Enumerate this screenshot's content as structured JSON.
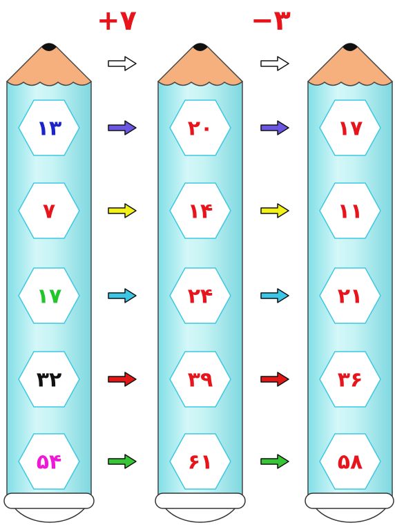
{
  "operations": [
    {
      "label": "+۷",
      "color": "#e8141c"
    },
    {
      "label": "−۳",
      "color": "#e8141c"
    }
  ],
  "columns": [
    {
      "values": [
        "۱۳",
        "۷",
        "۱۷",
        "۳۲",
        "۵۴"
      ],
      "colors": [
        "#1a24c8",
        "#e8141c",
        "#22c62a",
        "#111111",
        "#ee18d6"
      ]
    },
    {
      "values": [
        "۲۰",
        "۱۴",
        "۲۴",
        "۳۹",
        "۶۱"
      ],
      "colors": [
        "#e8141c",
        "#e8141c",
        "#e8141c",
        "#e8141c",
        "#e8141c"
      ]
    },
    {
      "values": [
        "۱۷",
        "۱۱",
        "۲۱",
        "۳۶",
        "۵۸"
      ],
      "colors": [
        "#e8141c",
        "#e8141c",
        "#e8141c",
        "#e8141c",
        "#e8141c"
      ]
    }
  ],
  "arrow_colors": [
    "#ffffff",
    "#6a56e0",
    "#f2f21a",
    "#3cc6e6",
    "#e01818",
    "#36c636"
  ],
  "colors": {
    "pencil_body": "#aeeef0",
    "pencil_tip": "#f5b07e",
    "hexagon_border": "#3cc8e0"
  }
}
